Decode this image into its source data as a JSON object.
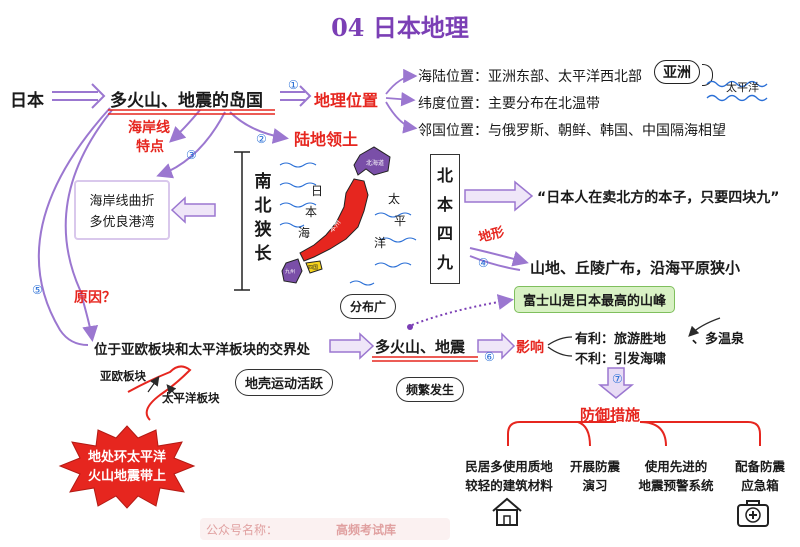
{
  "title": "04 日本地理",
  "japan": "日本",
  "island": "多火山、地震的岛国",
  "coast_label": [
    "海岸线",
    "特点"
  ],
  "coast_desc": [
    "海岸线曲折",
    "多优良港湾"
  ],
  "geo_position": "地理位置",
  "sea_land": "海陆位置：亚洲东部、太平洋西北部",
  "latitude": "纬度位置：主要分布在北温带",
  "neighbors": "邻国位置：与俄罗斯、朝鲜、韩国、中国隔海相望",
  "asia_badge": "亚洲",
  "pacific_badge": "太平洋",
  "land_territory": "陆地领土",
  "nan_bei": "南北狭长",
  "map_labels": {
    "sea_japan": [
      "日",
      "本",
      "海"
    ],
    "pacific": [
      "太",
      "平",
      "洋"
    ],
    "hokkaido": "北海道",
    "honshu": "本州",
    "shikoku": "四国",
    "kyushu": "九州"
  },
  "four_nine": "北本四九",
  "saying": "“日本人在卖北方的本子，只要四块九”",
  "terrain_label": "地形",
  "terrain": "山地、丘陵广布，沿海平原狭小",
  "fuji": "富士山是日本最高的山峰",
  "cause_label": "原因？",
  "plate_boundary": "位于亚欧板块和太平洋板块的交界处",
  "crust_active": "地壳运动活跃",
  "wide": "分布广",
  "volcano_quake": "多火山、地震",
  "frequent": "频繁发生",
  "influence": "影响",
  "beneficial": "有利：旅游胜地",
  "hot_spring": "、多温泉",
  "harmful": "不利：引发海啸",
  "plates": {
    "eurasian": "亚欧板块",
    "pacific": "太平洋板块"
  },
  "ring_of_fire": [
    "地处环太平洋",
    "火山地震带上"
  ],
  "defense": "防御措施",
  "measures": [
    [
      "民居多使用质地",
      "较轻的建筑材料"
    ],
    [
      "开展防震",
      "演习"
    ],
    [
      "使用先进的",
      "地震预警系统"
    ],
    [
      "配备防震",
      "应急箱"
    ]
  ],
  "nums": [
    "①",
    "②",
    "③",
    "④",
    "⑤",
    "⑥",
    "⑦"
  ],
  "watermark": "公众号名称：",
  "watermark2": "高频考试库",
  "icons": [
    "house-icon",
    "first-aid-kit-icon",
    "wave-icon",
    "lightning-icon"
  ],
  "colors": {
    "purple": "#9b77d0",
    "red": "#e6261f",
    "blue": "#2a6fd6",
    "green": "#d8f1c4"
  }
}
